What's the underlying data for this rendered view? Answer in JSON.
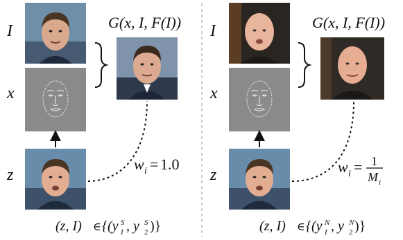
{
  "left_panel": {
    "row_labels": {
      "I": "I",
      "x": "x",
      "z": "z"
    },
    "output_label": "G(x, I, F(I))",
    "weight": {
      "symbol": "w",
      "subscript": "i",
      "equals": "=",
      "value": "1.0"
    },
    "caption": {
      "prefix": "(z, I)",
      "member": "∈",
      "set": "{(y",
      "sub1": "I",
      "sup1": "S",
      "sep": ", y",
      "sub2": "2",
      "sup2": "S",
      "close": ")}"
    }
  },
  "right_panel": {
    "row_labels": {
      "I": "I",
      "x": "x",
      "z": "z"
    },
    "output_label": "G(x, I, F(I))",
    "weight": {
      "symbol": "w",
      "subscript": "i",
      "equals": "=",
      "numerator": "1",
      "denominator": "M",
      "denominator_sub": "i"
    },
    "caption": {
      "prefix": "(z, I)",
      "member": "∈",
      "set": "{(y",
      "sub1": "I",
      "sup1": "N",
      "sep": ", y",
      "sub2": "2",
      "sup2": "N",
      "close": ")}"
    }
  },
  "colors": {
    "landmark_bg": "#8a8a8a",
    "landmark_line": "#f2f2f2",
    "divider": "#9a9a9a",
    "skin_a": "#d9a98d",
    "skin_b": "#e8b49c",
    "bg_studio": "#6f8fa8",
    "bg_dark": "#2a2520"
  }
}
